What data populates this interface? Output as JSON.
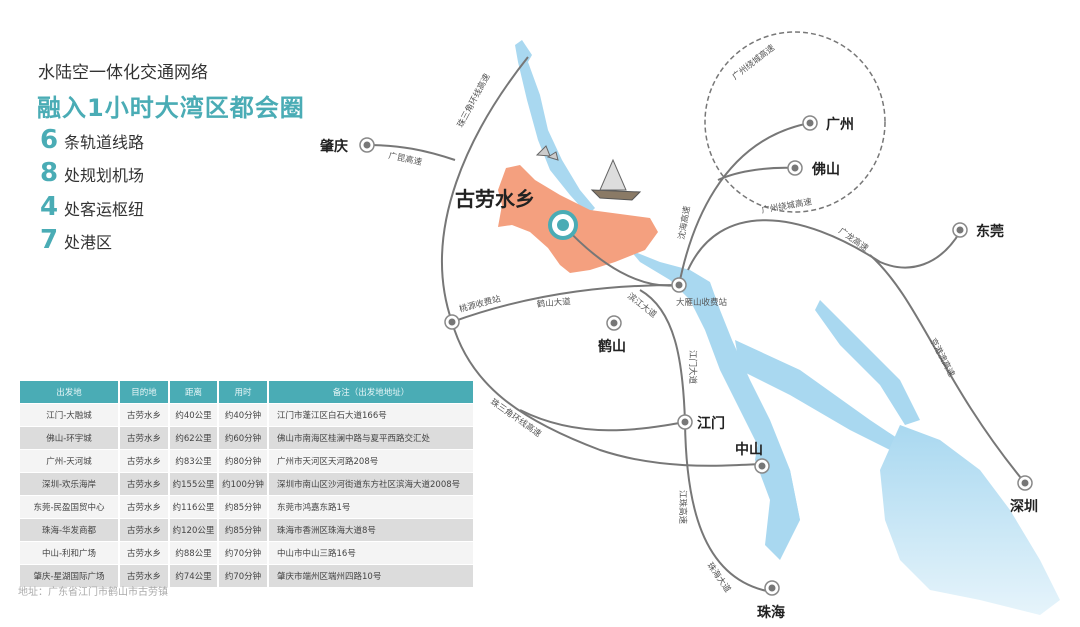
{
  "header": {
    "subtitle": "水陆空一体化交通网络",
    "title": "融入1小时大湾区都会圈"
  },
  "stats": [
    {
      "num": "6",
      "text": "条轨道线路"
    },
    {
      "num": "8",
      "text": "处规划机场"
    },
    {
      "num": "4",
      "text": "处客运枢纽"
    },
    {
      "num": "7",
      "text": "处港区"
    }
  ],
  "table": {
    "headers": [
      "出发地",
      "目的地",
      "距离",
      "用时",
      "备注（出发地地址）"
    ],
    "rows": [
      [
        "江门-大融城",
        "古劳水乡",
        "约40公里",
        "约40分钟",
        "江门市蓬江区白石大道166号"
      ],
      [
        "佛山-环宇城",
        "古劳水乡",
        "约62公里",
        "约60分钟",
        "佛山市南海区桂澜中路与夏平西路交汇处"
      ],
      [
        "广州-天河城",
        "古劳水乡",
        "约83公里",
        "约80分钟",
        "广州市天河区天河路208号"
      ],
      [
        "深圳-欢乐海岸",
        "古劳水乡",
        "约155公里",
        "约100分钟",
        "深圳市南山区沙河街道东方社区滨海大道2008号"
      ],
      [
        "东莞-民盈国贸中心",
        "古劳水乡",
        "约116公里",
        "约85分钟",
        "东莞市鸿嘉东路1号"
      ],
      [
        "珠海-华发商都",
        "古劳水乡",
        "约120公里",
        "约85分钟",
        "珠海市香洲区珠海大道8号"
      ],
      [
        "中山-利和广场",
        "古劳水乡",
        "约88公里",
        "约70分钟",
        "中山市中山三路16号"
      ],
      [
        "肇庆-星湖国际广场",
        "古劳水乡",
        "约74公里",
        "约70分钟",
        "肇庆市端州区端州四路10号"
      ]
    ]
  },
  "address": "地址：广东省江门市鹤山市古劳镇",
  "map": {
    "destination": "古劳水乡",
    "cities": {
      "zhaoqing": "肇庆",
      "guangzhou": "广州",
      "foshan": "佛山",
      "dongguan": "东莞",
      "heshan": "鹤山",
      "jiangmen": "江门",
      "zhongshan": "中山",
      "shenzhen": "深圳",
      "zhuhai": "珠海"
    },
    "roads": {
      "prd_ring_north": "珠三角环线高速",
      "prd_ring_south": "珠三角环线高速",
      "guangkun": "广昆高速",
      "shenhai": "沈海高速",
      "gz_ring_top": "广州绕城高速",
      "gz_ring_bottom": "广州绕城高速",
      "guanglong": "广龙高速",
      "jinggangao": "京港澳高速",
      "taoyuan_toll": "桃源收费站",
      "heshan_ave": "鹤山大道",
      "binjiang_ave": "滨江大道",
      "dayanshan_toll": "大雁山收费站",
      "jiangmen_ave": "江门大道",
      "jiangzhu": "江珠高速",
      "zhuhai_ave": "珠海大道"
    },
    "colors": {
      "accent": "#4aacb5",
      "area": "#f4a07f",
      "water": "#a9d8f0",
      "road": "#777777"
    }
  }
}
